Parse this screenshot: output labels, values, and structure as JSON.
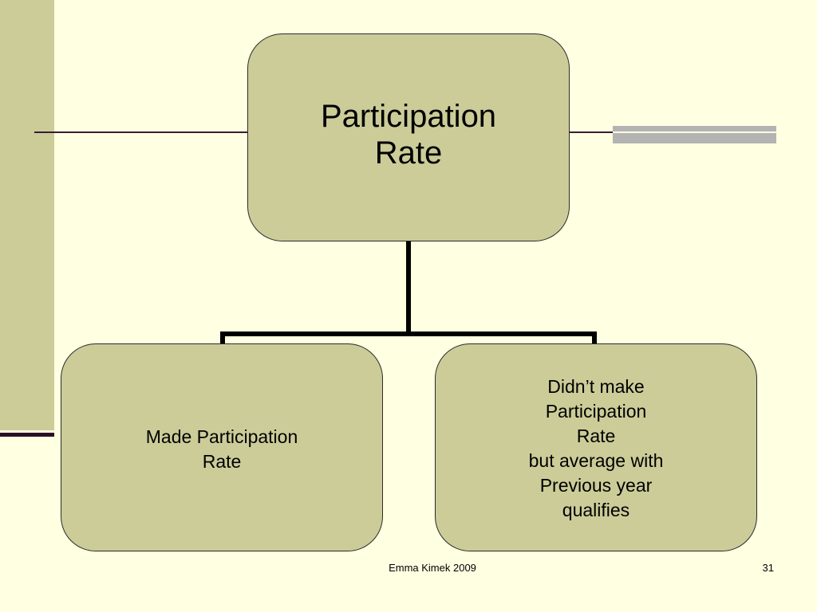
{
  "slide": {
    "colors": {
      "background": "#FFFFE1",
      "node_fill": "#CCCC99",
      "node_border": "#2B2B2B",
      "connector": "#000000",
      "rule": "#3A1A36",
      "accent_bar": "#B3B3B3"
    }
  },
  "diagram": {
    "root": {
      "label": "Participation\nRate"
    },
    "children": [
      {
        "label": "Made Participation\nRate"
      },
      {
        "label": "Didn’t make\nParticipation\nRate\nbut average with\nPrevious year\nqualifies"
      }
    ]
  },
  "footer": {
    "author": "Emma Kimek 2009",
    "page_number": "31"
  }
}
